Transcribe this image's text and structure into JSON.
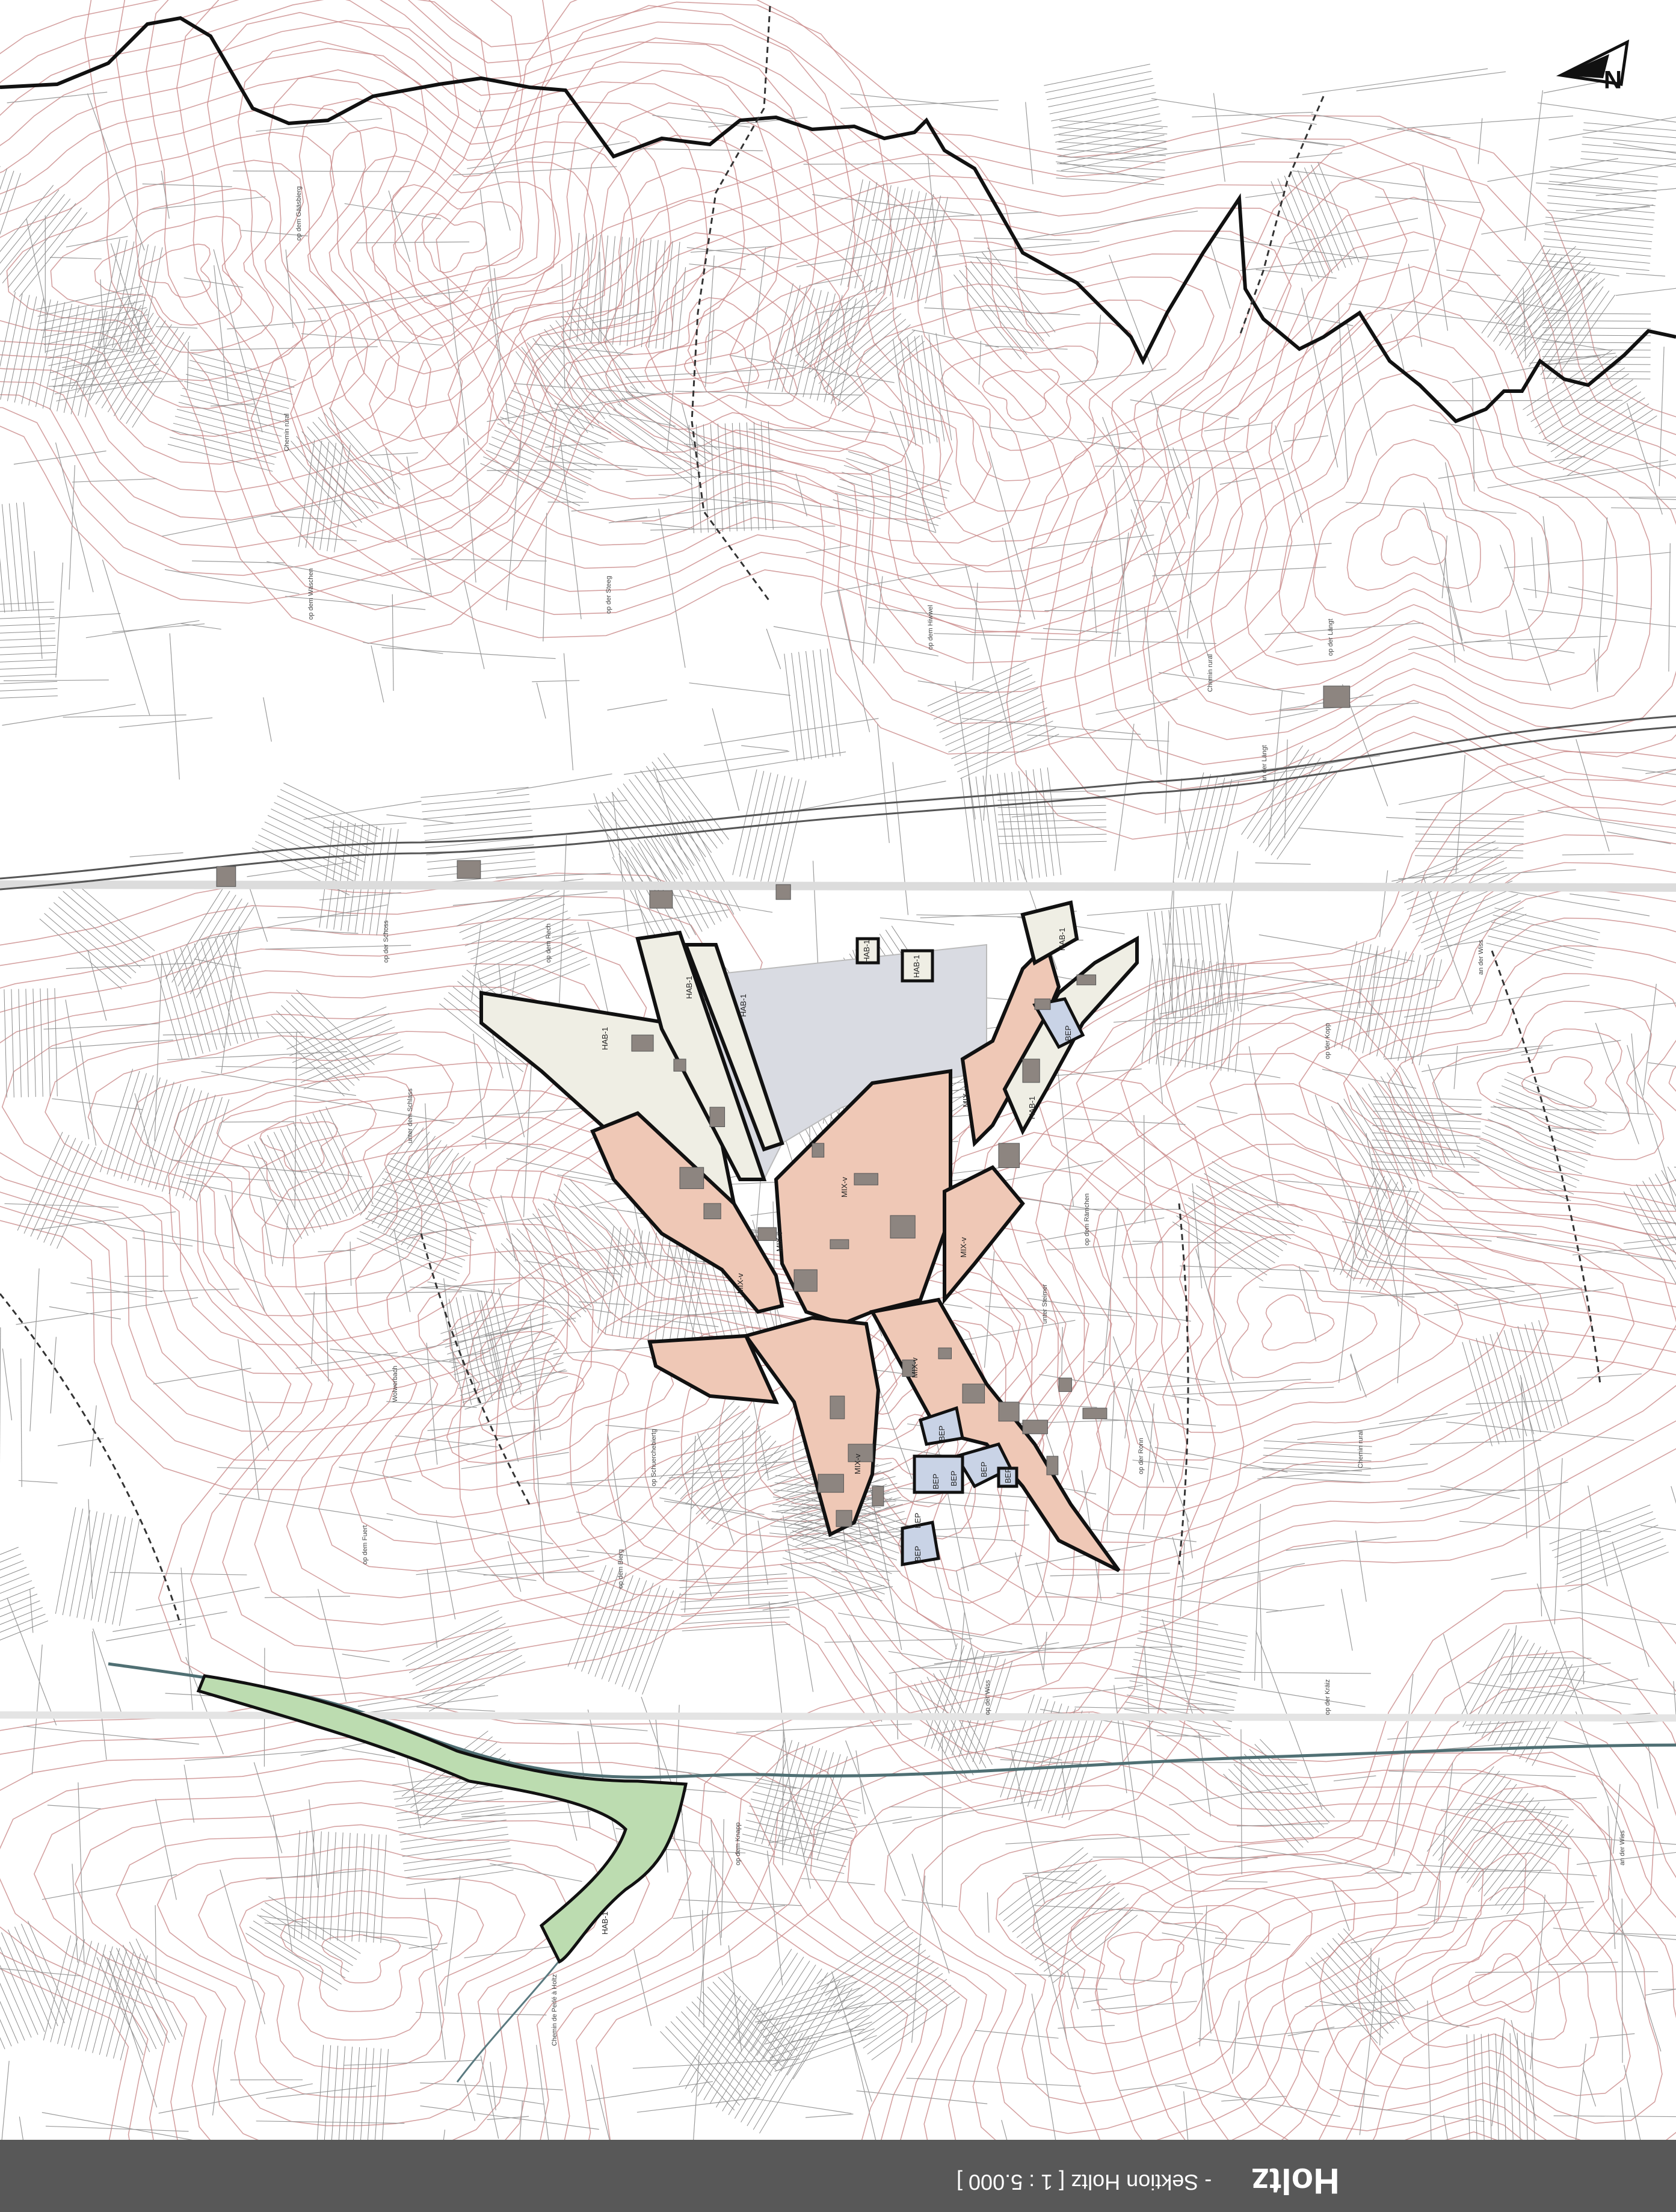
{
  "footer": {
    "title": "Holtz",
    "subtitle": "- Sektion Holtz  [ 1 : 5.000 ]"
  },
  "north_arrow": {
    "letter": "N"
  },
  "colors": {
    "contour": "#c98a8a",
    "parcel": "#9a9a9a",
    "boundary": "#111111",
    "zone_heritage": "#efc8b6",
    "zone_residential": "#efeee4",
    "zone_public": "#c9d3e6",
    "zone_green": "#bcdcb0",
    "zone_planned": "#d9dbe2",
    "river": "#4f6f73",
    "footer_bg": "#585858"
  },
  "zones": {
    "z1": "HAB-1",
    "z2": "HAB-1",
    "z3": "HAB-1",
    "z4": "MIX-v",
    "z5": "MIX-v",
    "z6": "MIX-v",
    "z7": "MIX-v",
    "z8": "MIX-v",
    "z9": "MIX-v",
    "z10": "HAB-1",
    "z11": "HAB-1",
    "z12": "BEP",
    "z13": "BEP",
    "z14": "BEP",
    "z15": "BEP",
    "z16": "BEP",
    "z17": "BEP",
    "z18": "HAB-1",
    "z19": "HAB-1",
    "z20": "BEP",
    "z21": "BEP",
    "z22": "MIX-v",
    "z23": "HAB-1"
  },
  "field_names": {
    "f1": "op dem Gääsbierg",
    "f2": "Chemin rural",
    "f3": "op dem Wäschen",
    "f4": "op der Steeg",
    "f5": "op dem Hiwwel",
    "f6": "Chemin rural",
    "f7": "op der Längt",
    "f8": "an der Längt",
    "f9": "op dem Rech",
    "f10": "op der Schoss",
    "f11": "unter dem Schlass",
    "f12": "op der Kopp",
    "f13": "an der Wiss",
    "f14": "op dem Rämchen",
    "f15": "unter Steimer",
    "f16": "op der Ronn",
    "f17": "op Schuerchebiertg",
    "f18": "Chemin rural",
    "f19": "op dem Fuert",
    "f20": "Wolwerbach",
    "f21": "op dem Bierg",
    "f22": "op der Wiss",
    "f23": "op der Kräiz",
    "f24": "op dem Knapp",
    "f25": "Chemin de Perlé à Holtz",
    "f26": "an der Wiss"
  }
}
